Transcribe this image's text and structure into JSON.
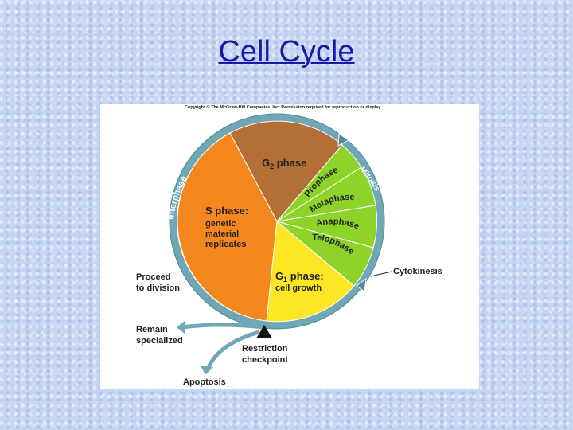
{
  "slide": {
    "title": "Cell Cycle"
  },
  "figure": {
    "copyright": "Copyright © The McGraw-Hill Companies, Inc. Permission required for reproduction or display.",
    "ring": {
      "interphase": "Interphase",
      "mitosis": "Mitosis"
    },
    "phases": {
      "g2": {
        "main": "G",
        "sub": "2",
        "rest": " phase"
      },
      "s": {
        "title": "S phase:",
        "line1": "genetic",
        "line2": "material",
        "line3": "replicates"
      },
      "g1": {
        "main": "G",
        "sub": "1",
        "rest": " phase:",
        "desc": "cell growth"
      },
      "prophase": "Prophase",
      "metaphase": "Metaphase",
      "anaphase": "Anaphase",
      "telophase": "Telophase"
    },
    "labels": {
      "cytokinesis": "Cytokinesis",
      "proceed_1": "Proceed",
      "proceed_2": "to division",
      "remain_1": "Remain",
      "remain_2": "specialized",
      "restriction_1": "Restriction",
      "restriction_2": "checkpoint",
      "apoptosis": "Apoptosis"
    },
    "colors": {
      "ring": "#6fa8b4",
      "g2": "#b36f35",
      "s": "#f5871f",
      "g1": "#fde725",
      "mitosis": "#8dd32a"
    }
  }
}
